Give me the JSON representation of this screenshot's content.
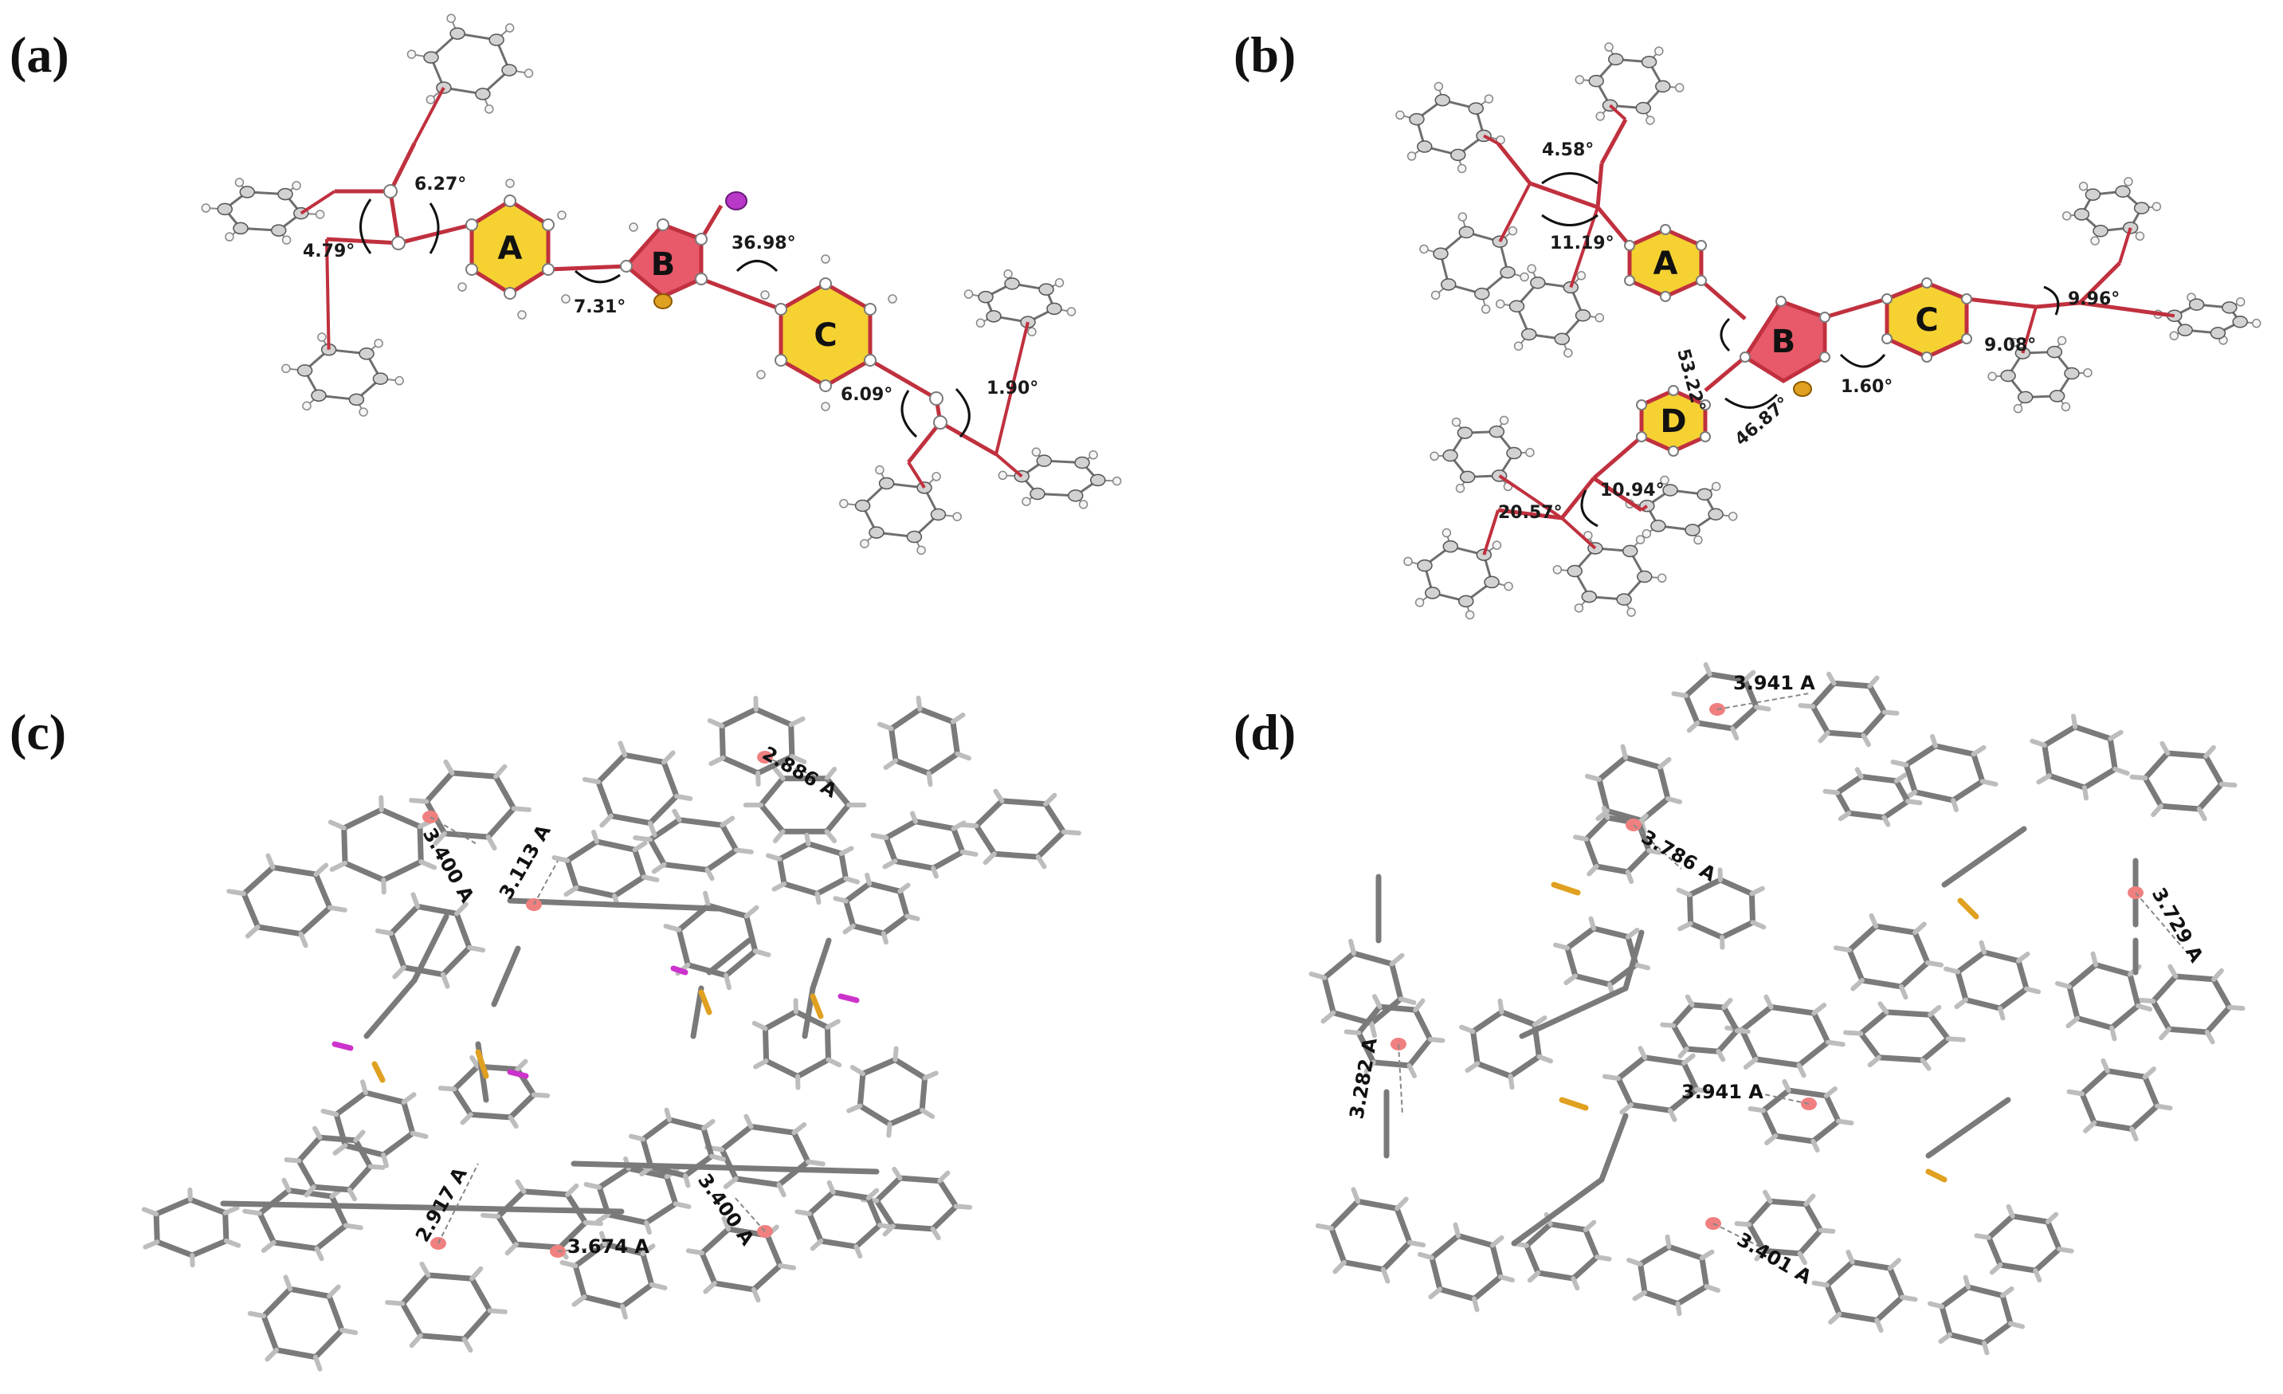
{
  "panels": [
    {
      "id": "a",
      "label": "(a)"
    },
    {
      "id": "b",
      "label": "(b)"
    },
    {
      "id": "c",
      "label": "(c)"
    },
    {
      "id": "d",
      "label": "(d)"
    }
  ],
  "panel_a": {
    "rings": [
      "A",
      "B",
      "C"
    ],
    "angles": [
      "6.27°",
      "4.79°",
      "7.31°",
      "36.98°",
      "6.09°",
      "1.90°"
    ]
  },
  "panel_b": {
    "rings": [
      "A",
      "B",
      "C",
      "D"
    ],
    "angles": [
      "4.58°",
      "11.19°",
      "53.22°",
      "46.87°",
      "1.60°",
      "9.96°",
      "9.08°",
      "10.94°",
      "20.57°"
    ]
  },
  "panel_c": {
    "distances": [
      "2.886 A",
      "3.400 A",
      "3.113 A",
      "2.917 A",
      "3.674 A",
      "3.400 A"
    ]
  },
  "panel_d": {
    "distances": [
      "3.941 A",
      "3.786 A",
      "3.729 A",
      "3.282 A",
      "3.941 A",
      "3.401 A"
    ]
  },
  "colors": {
    "ring_yellow": "#f5d132",
    "ring_red": "#e8596a",
    "bond_red": "#c0303e",
    "atom_grey": "#b8b8b8",
    "sulfur": "#e0a020",
    "iodine": "#b838c8",
    "stick": "#808080",
    "centroid": "#f08080"
  }
}
